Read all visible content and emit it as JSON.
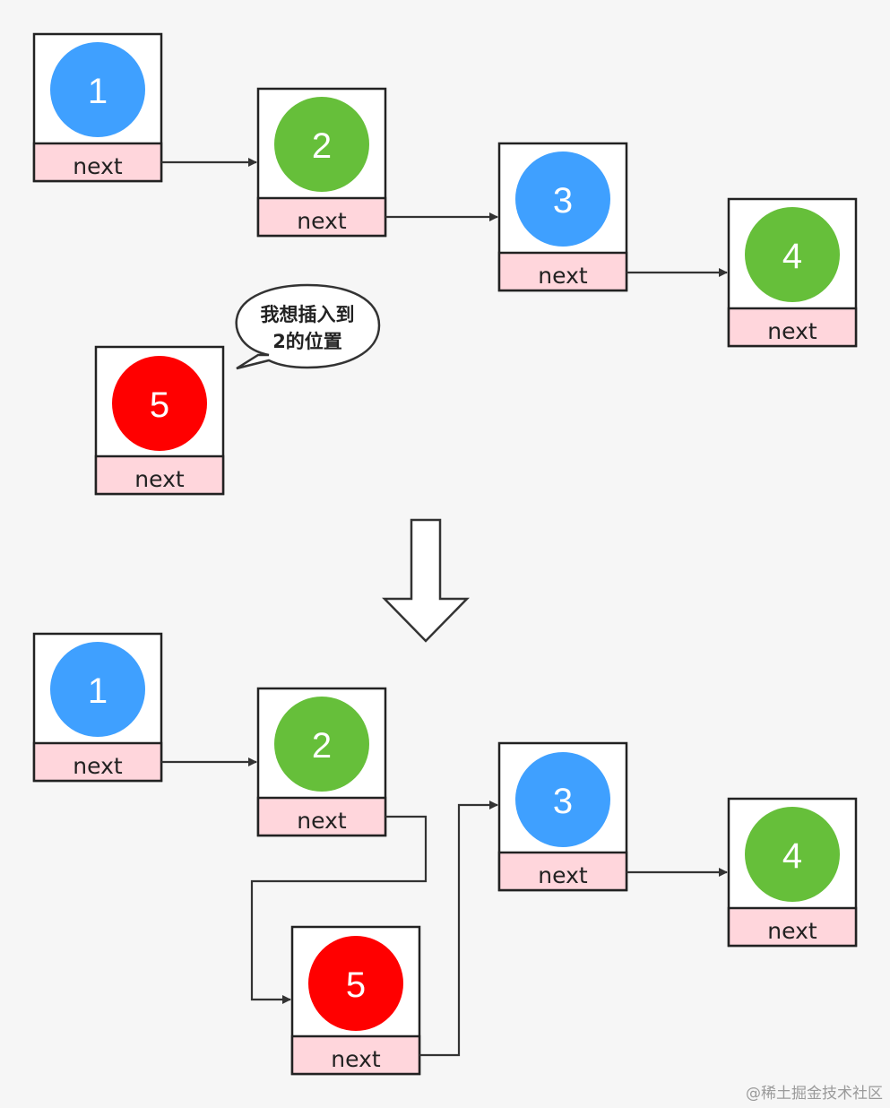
{
  "colors": {
    "blue": "#3fa0ff",
    "green": "#66bf3a",
    "red": "#ff0000",
    "next_fill": "#ffd6dc"
  },
  "next_label": "next",
  "before": {
    "nodes": [
      {
        "value": "1",
        "color": "#3fa0ff"
      },
      {
        "value": "2",
        "color": "#66bf3a"
      },
      {
        "value": "3",
        "color": "#3fa0ff"
      },
      {
        "value": "4",
        "color": "#66bf3a"
      }
    ],
    "new_node": {
      "value": "5",
      "color": "#ff0000"
    },
    "speech_bubble": {
      "line1": "我想插入到",
      "line2": "2的位置"
    }
  },
  "after": {
    "nodes": [
      {
        "value": "1",
        "color": "#3fa0ff"
      },
      {
        "value": "2",
        "color": "#66bf3a"
      },
      {
        "value": "5",
        "color": "#ff0000"
      },
      {
        "value": "3",
        "color": "#3fa0ff"
      },
      {
        "value": "4",
        "color": "#66bf3a"
      }
    ]
  },
  "transition_icon": "down-arrow-icon",
  "watermark": "@稀土掘金技术社区"
}
